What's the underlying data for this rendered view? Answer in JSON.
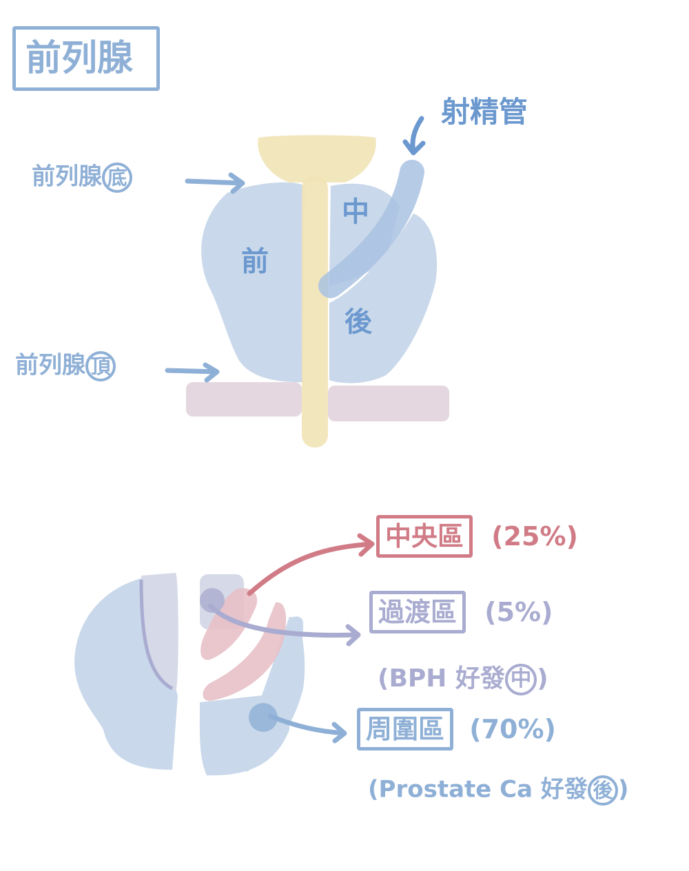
{
  "title": {
    "text": "前列腺",
    "color": "#8fb0d6"
  },
  "colors": {
    "label_blue": "#8fb0d6",
    "dark_blue": "#6b98cf",
    "gland_blue": "#c9d8ea",
    "urethra_yellow": "#f1e3b6",
    "sphincter_pink": "#e2d3dc",
    "central_red": "#d07b86",
    "central_fill": "#e8c0c8",
    "transition_purple": "#a9acd0",
    "transition_fill": "#d6d9e7",
    "peripheral_blue": "#8fb0d6"
  },
  "sagittal": {
    "base_label": {
      "prefix": "前列腺",
      "circled": "底"
    },
    "apex_label": {
      "prefix": "前列腺",
      "circled": "頂"
    },
    "ejaculatory_duct_label": "射精管",
    "lobes": {
      "anterior": "前",
      "middle": "中",
      "posterior": "後"
    }
  },
  "zones": [
    {
      "name": "中央區",
      "percent": "(25%)",
      "note": "",
      "color": "#d07b86"
    },
    {
      "name": "過渡區",
      "percent": "(5%)",
      "note_open": "(BPH 好發",
      "note_circled": "中",
      "note_close": ")",
      "color": "#a9acd0"
    },
    {
      "name": "周圍區",
      "percent": "(70%)",
      "note_open": "(Prostate Ca 好發",
      "note_circled": "後",
      "note_close": ")",
      "color": "#8fb0d6"
    }
  ]
}
